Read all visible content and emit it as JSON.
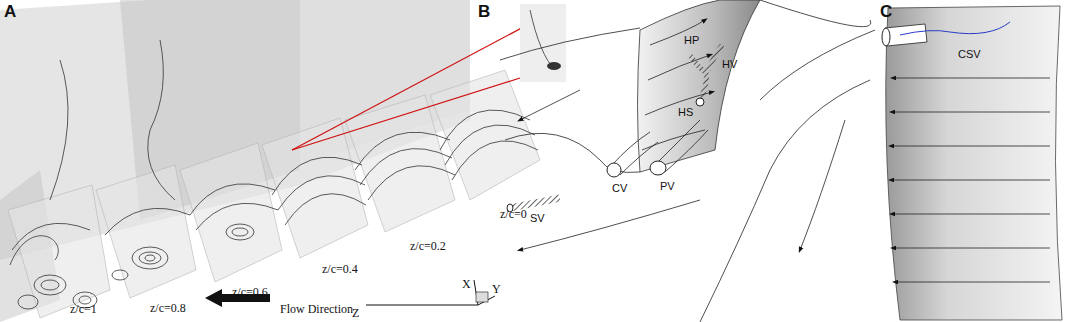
{
  "diagram": {
    "labels": [
      "A",
      "B",
      "C",
      "z/c=0",
      "z/c=0.2",
      "z/c=0.4",
      "z/c=0.6",
      "z/c=0.8",
      "z/c=1",
      "Flow Direction",
      "X",
      "Y",
      "Z",
      "HP",
      "HV",
      "HS",
      "SV",
      "CV",
      "PV",
      "CSV"
    ]
  }
}
